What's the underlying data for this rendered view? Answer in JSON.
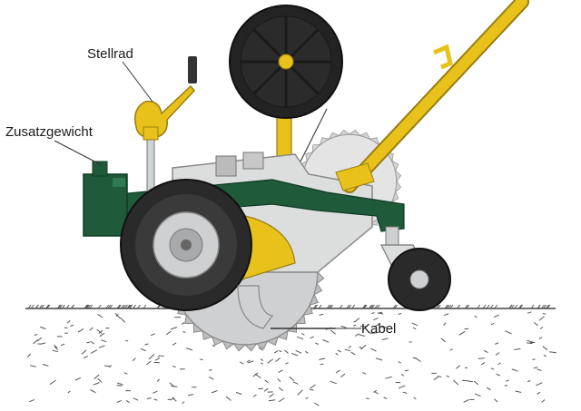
{
  "labels": {
    "stellrad": "Stellrad",
    "zusatzgewicht": "Zusatzgewicht",
    "kabel": "Kabel"
  },
  "colors": {
    "frame_green": "#1f5a3a",
    "accent_yellow": "#e8c21a",
    "body_grey": "#d9dadb",
    "tire_black": "#2a2a2a",
    "ground_dash": "#555555"
  },
  "icons": [
    "cable-reel-icon",
    "saw-blade-icon",
    "wheel-icon",
    "caster-wheel-icon",
    "handle-bar-icon",
    "adjustment-crank-icon",
    "counterweight-icon",
    "cable-plow-icon"
  ]
}
